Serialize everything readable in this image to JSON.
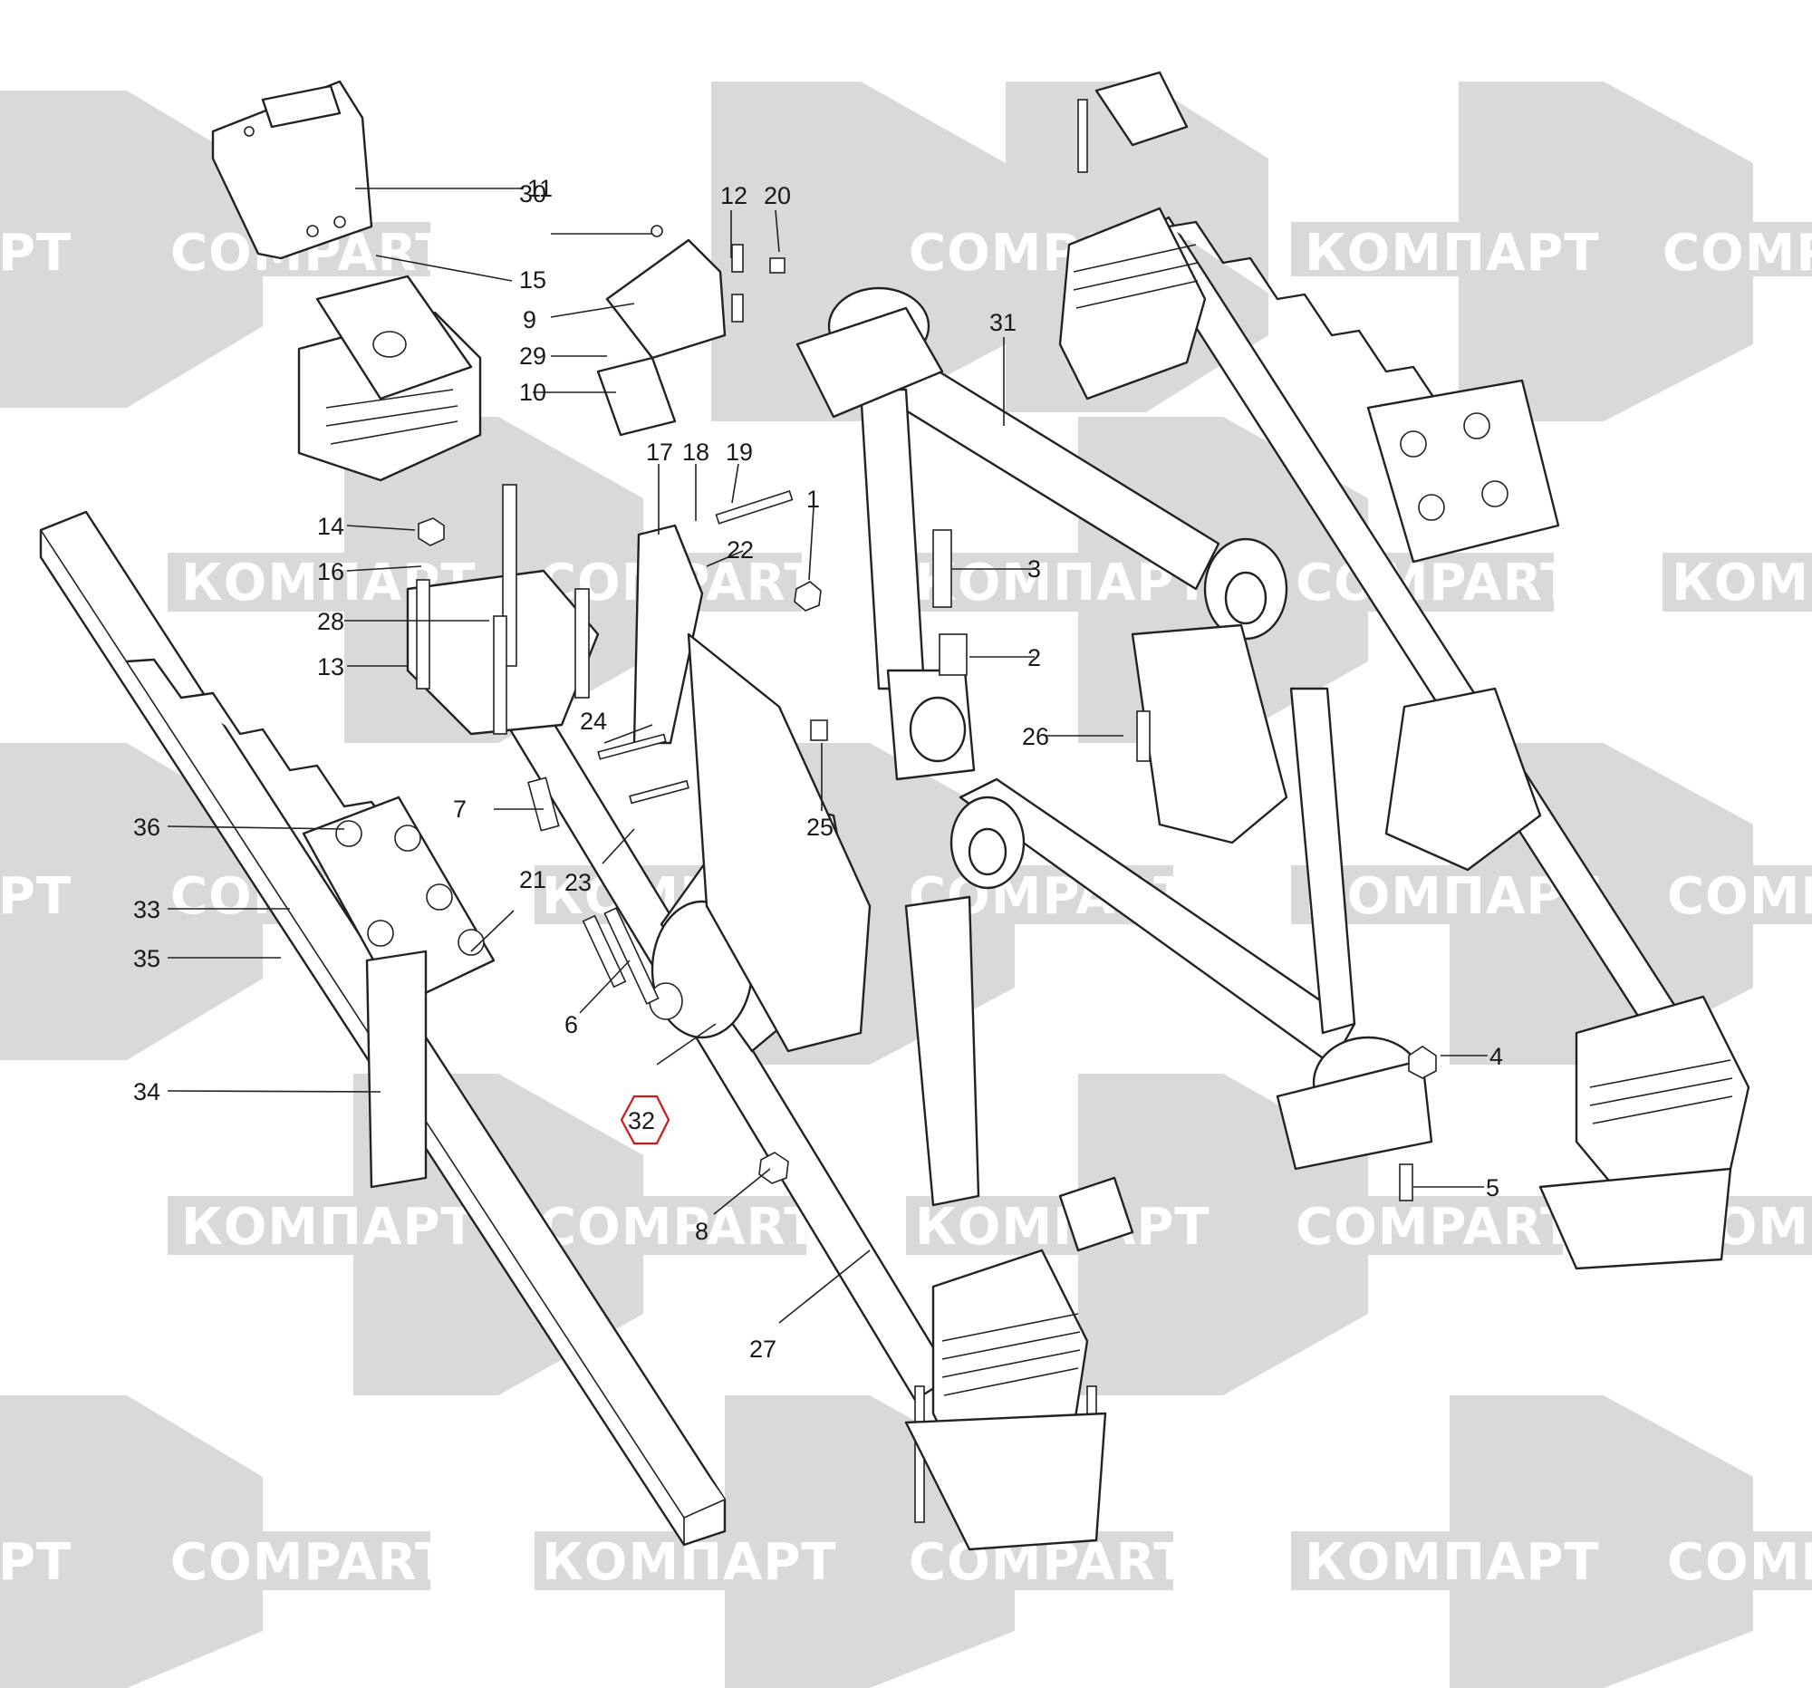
{
  "watermarks": {
    "latin": "COMPART",
    "cyrillic": "КОМПАРТ",
    "fragment_latin": "PT",
    "fragment_cut": "COMPA",
    "fragment_cut_cyr": "КОМП",
    "color": "#d9d9d9"
  },
  "callouts": [
    {
      "label": "1"
    },
    {
      "label": "2"
    },
    {
      "label": "3"
    },
    {
      "label": "4"
    },
    {
      "label": "5"
    },
    {
      "label": "6"
    },
    {
      "label": "7"
    },
    {
      "label": "8"
    },
    {
      "label": "9"
    },
    {
      "label": "10"
    },
    {
      "label": "11"
    },
    {
      "label": "12"
    },
    {
      "label": "13"
    },
    {
      "label": "14"
    },
    {
      "label": "15"
    },
    {
      "label": "16"
    },
    {
      "label": "17"
    },
    {
      "label": "18"
    },
    {
      "label": "19"
    },
    {
      "label": "20"
    },
    {
      "label": "21"
    },
    {
      "label": "22"
    },
    {
      "label": "23"
    },
    {
      "label": "24"
    },
    {
      "label": "25"
    },
    {
      "label": "26"
    },
    {
      "label": "27"
    },
    {
      "label": "28"
    },
    {
      "label": "29"
    },
    {
      "label": "30"
    },
    {
      "label": "31"
    },
    {
      "label": "32",
      "highlight": true
    },
    {
      "label": "33"
    },
    {
      "label": "34"
    },
    {
      "label": "35"
    },
    {
      "label": "36"
    }
  ],
  "highlight_color": "#d01818"
}
